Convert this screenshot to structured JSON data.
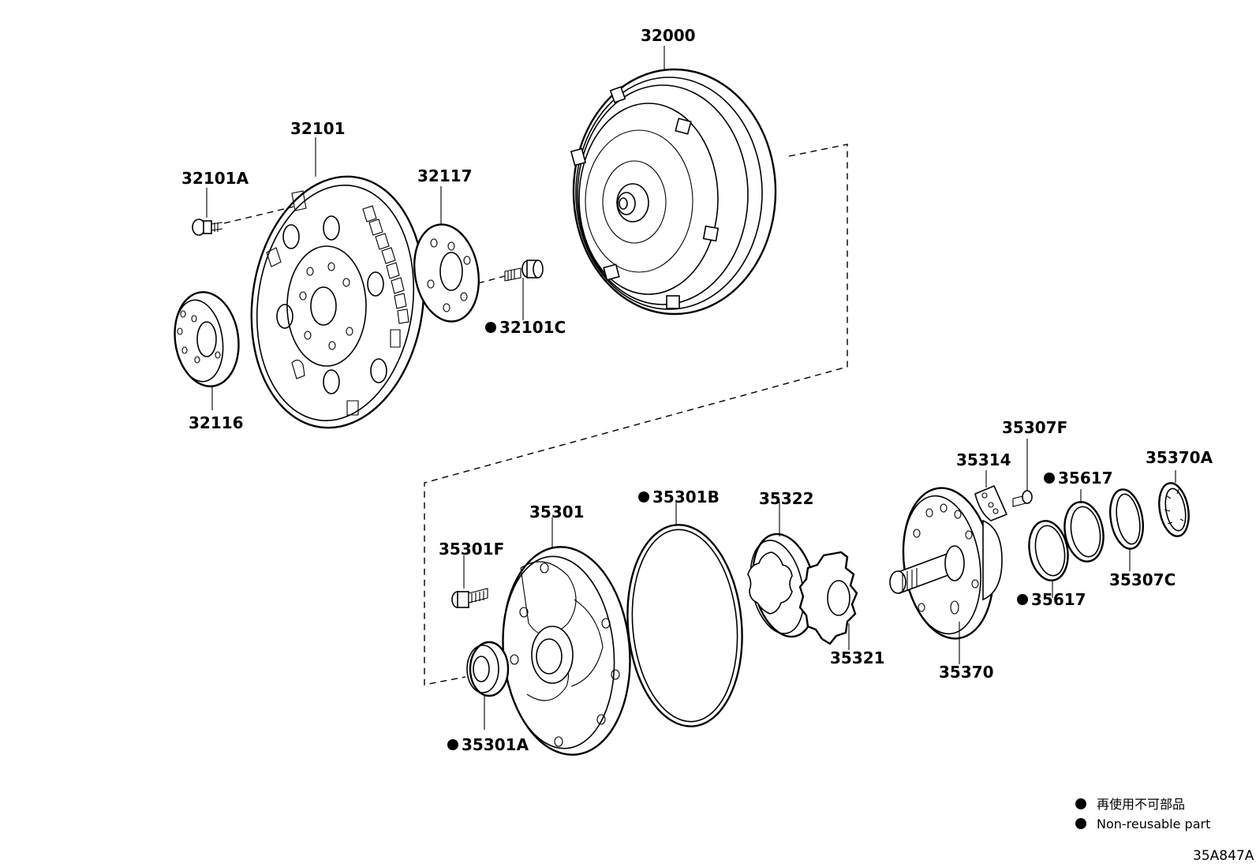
{
  "diagram": {
    "parts": {
      "p32000": "32000",
      "p32101": "32101",
      "p32101A": "32101A",
      "p32117": "32117",
      "p32101C": "32101C",
      "p32116": "32116",
      "p35307F": "35307F",
      "p35314": "35314",
      "p35617_top": "35617",
      "p35370A": "35370A",
      "p35301B": "35301B",
      "p35322": "35322",
      "p35301": "35301",
      "p35301F": "35301F",
      "p35307C": "35307C",
      "p35617_bottom": "35617",
      "p35321": "35321",
      "p35370": "35370",
      "p35301A": "35301A"
    },
    "legend": {
      "line1": "再使用不可部品",
      "line2": "Non-reusable part"
    },
    "drawing_code": "35A847A"
  }
}
